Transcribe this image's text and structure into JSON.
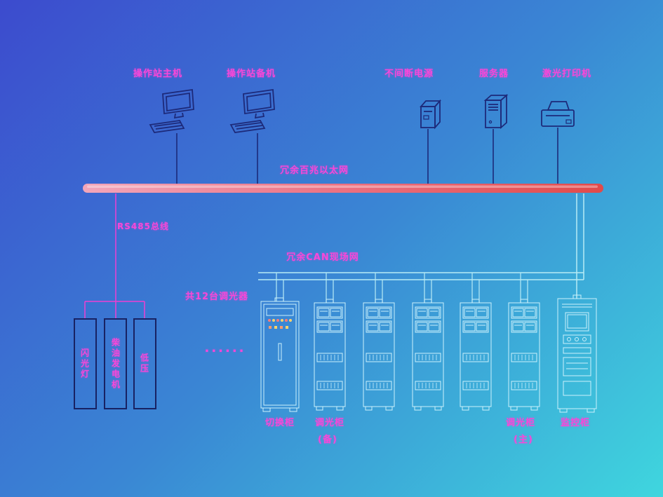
{
  "labels": {
    "ethernet_bus": "冗余百兆以太网",
    "rs485_bus": "RS485总线",
    "can_network": "冗余CAN现场网",
    "dimmer_count": "共12台调光器",
    "ellipsis": "......"
  },
  "top_devices": [
    {
      "label": "操作站主机"
    },
    {
      "label": "操作站备机"
    },
    {
      "label": "不间断电源"
    },
    {
      "label": "服务器"
    },
    {
      "label": "激光打印机"
    }
  ],
  "field_devices": [
    {
      "label": "闪光灯"
    },
    {
      "label": "柴油发电机"
    },
    {
      "label": "低压"
    }
  ],
  "cabinets": {
    "switch": "切换柜",
    "dimmer_backup": "调光柜",
    "dimmer_backup_note": "(备)",
    "dimmer_main": "调光柜",
    "dimmer_main_note": "(主)",
    "monitor": "监控柜"
  },
  "colors": {
    "background_top_left": "#3c4bce",
    "background_bottom_right": "#3fd6de",
    "label_magenta": "#f747d8",
    "ethernet_bus_pink": "#f2a6ba",
    "ethernet_bus_red": "#e14a4a",
    "rs485_line_magenta": "#ef3fd2",
    "can_line_cyan": "#b7ecf6",
    "device_outline_navy": "#1d2a7a",
    "cabinet_outline_cyan": "#cbf1fc"
  }
}
